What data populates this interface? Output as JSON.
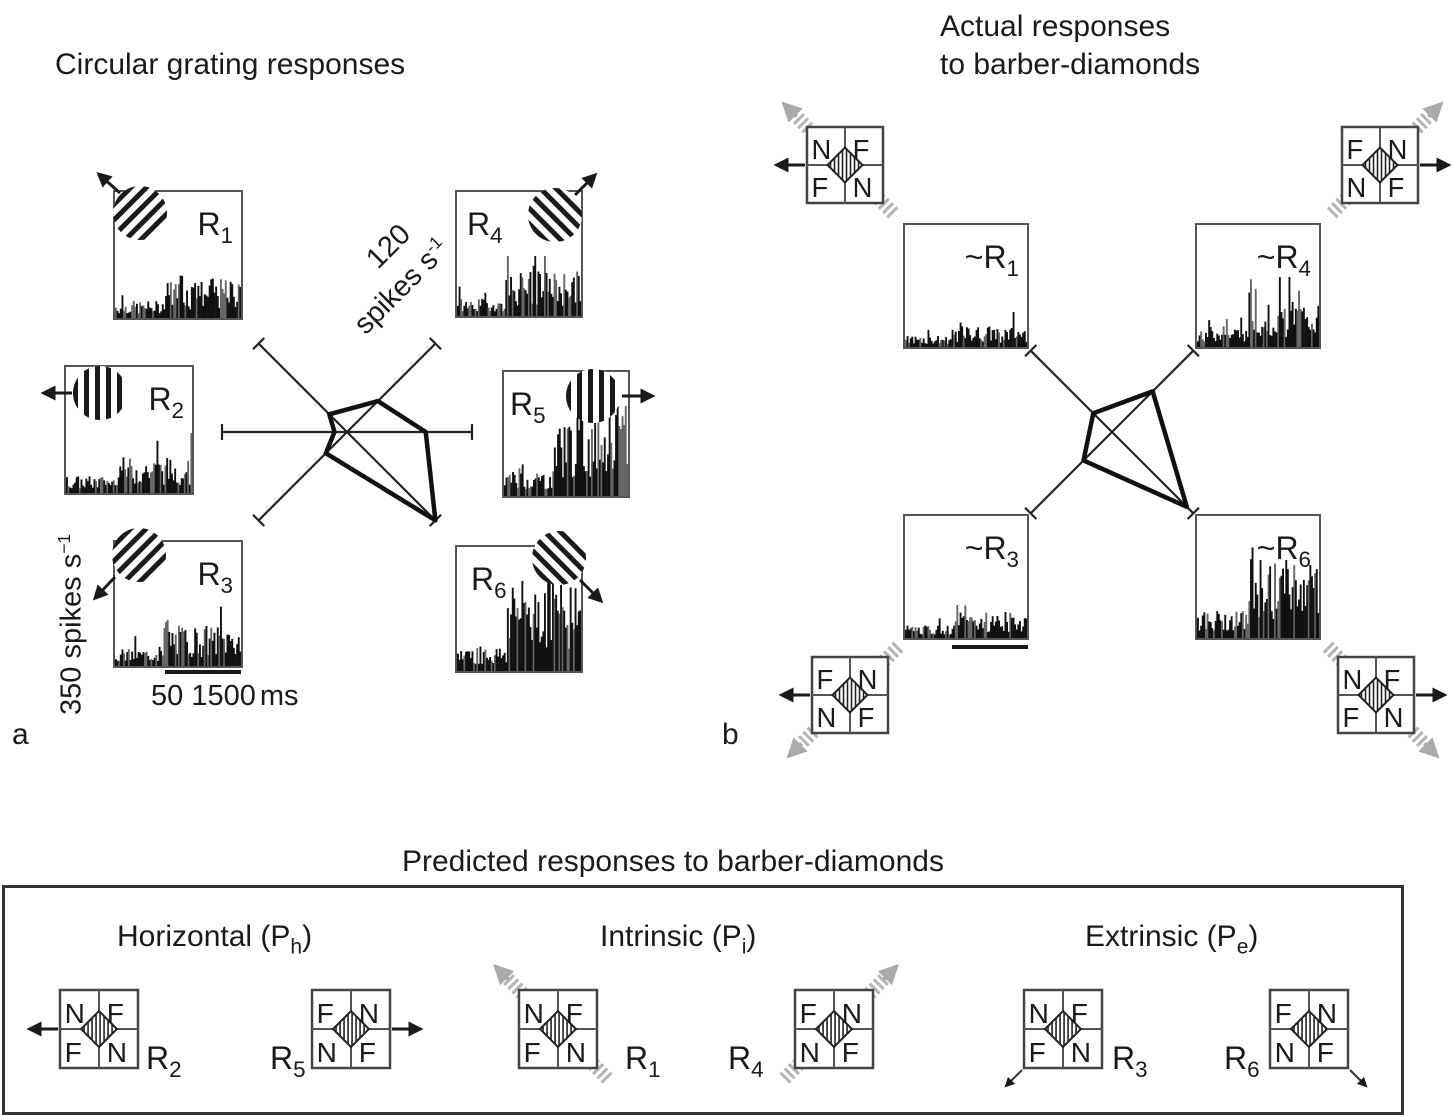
{
  "panel_a": {
    "title": "Circular grating responses",
    "letter": "a",
    "scale_label_line1": "120",
    "scale_label_line2": "spikes s",
    "scale_label_sup": "-1",
    "y_scale": "350 spikes s",
    "y_scale_sup": "−1",
    "x_scale_1": "50",
    "x_scale_2": "1500",
    "x_scale_unit": "ms",
    "cells": [
      {
        "id": "R1",
        "label": "R",
        "sub": "1",
        "direction": "up-left",
        "grating": "diagonal"
      },
      {
        "id": "R2",
        "label": "R",
        "sub": "2",
        "direction": "left",
        "grating": "vertical"
      },
      {
        "id": "R3",
        "label": "R",
        "sub": "3",
        "direction": "down-left",
        "grating": "diagonal"
      },
      {
        "id": "R4",
        "label": "R",
        "sub": "4",
        "direction": "up-right",
        "grating": "anti-diagonal"
      },
      {
        "id": "R5",
        "label": "R",
        "sub": "5",
        "direction": "right",
        "grating": "vertical"
      },
      {
        "id": "R6",
        "label": "R",
        "sub": "6",
        "direction": "down-right",
        "grating": "anti-diagonal"
      }
    ]
  },
  "panel_b": {
    "title_line1": "Actual responses",
    "title_line2": "to barber-diamonds",
    "letter": "b",
    "cells": [
      {
        "id": "~R1",
        "label": "~R",
        "sub": "1"
      },
      {
        "id": "~R4",
        "label": "~R",
        "sub": "4"
      },
      {
        "id": "~R3",
        "label": "~R",
        "sub": "3"
      },
      {
        "id": "~R6",
        "label": "~R",
        "sub": "6"
      }
    ],
    "diamonds": [
      {
        "pos": "top-left",
        "quadrants": [
          "N",
          "F",
          "F",
          "N"
        ],
        "arrow": "left"
      },
      {
        "pos": "top-right",
        "quadrants": [
          "F",
          "N",
          "N",
          "F"
        ],
        "arrow": "right"
      },
      {
        "pos": "bottom-left",
        "quadrants": [
          "F",
          "N",
          "N",
          "F"
        ],
        "arrow": "left"
      },
      {
        "pos": "bottom-right",
        "quadrants": [
          "N",
          "F",
          "F",
          "N"
        ],
        "arrow": "right"
      }
    ]
  },
  "predicted": {
    "title": "Predicted responses to barber-diamonds",
    "groups": [
      {
        "name": "Horizontal (P",
        "sub": "h",
        "close": ")",
        "items": [
          {
            "quadrants": [
              "N",
              "F",
              "F",
              "N"
            ],
            "label": "R",
            "sub": "2",
            "arrow": "left"
          },
          {
            "quadrants": [
              "F",
              "N",
              "N",
              "F"
            ],
            "label": "R",
            "sub": "5",
            "arrow": "right"
          }
        ]
      },
      {
        "name": "Intrinsic (P",
        "sub": "i",
        "close": ")",
        "items": [
          {
            "quadrants": [
              "N",
              "F",
              "F",
              "N"
            ],
            "label": "R",
            "sub": "1",
            "arrow": "up-left"
          },
          {
            "quadrants": [
              "F",
              "N",
              "N",
              "F"
            ],
            "label": "R",
            "sub": "4",
            "arrow": "up-right"
          }
        ]
      },
      {
        "name": "Extrinsic (P",
        "sub": "e",
        "close": ")",
        "items": [
          {
            "quadrants": [
              "N",
              "F",
              "F",
              "N"
            ],
            "label": "R",
            "sub": "3",
            "arrow": "down-left"
          },
          {
            "quadrants": [
              "F",
              "N",
              "N",
              "F"
            ],
            "label": "R",
            "sub": "6",
            "arrow": "down-right"
          }
        ]
      }
    ]
  },
  "chart_data": [
    {
      "type": "polar",
      "title": "Circular grating responses",
      "axis_max_label": "120 spikes s-1",
      "directions": [
        "R1 (up-left)",
        "R4 (up-right)",
        "R5 (right)",
        "R6 (down-right)",
        "R3 (down-left)",
        "R2 (left)"
      ],
      "values_fraction_of_axis": [
        0.2,
        0.35,
        0.63,
        1.0,
        0.24,
        0.1
      ],
      "psth_relative_activity": {
        "R1": 0.35,
        "R2": 0.3,
        "R3": 0.35,
        "R4": 0.45,
        "R5": 0.6,
        "R6": 0.8
      }
    },
    {
      "type": "polar",
      "title": "Actual responses to barber-diamonds",
      "directions": [
        "~R1 (up-left)",
        "~R4 (up-right)",
        "~R6 (down-right)",
        "~R3 (down-left)"
      ],
      "values_fraction_of_axis": [
        0.23,
        0.5,
        0.92,
        0.35
      ],
      "psth_relative_activity": {
        "~R1": 0.25,
        "~R4": 0.35,
        "~R3": 0.3,
        "~R6": 0.55
      }
    }
  ]
}
